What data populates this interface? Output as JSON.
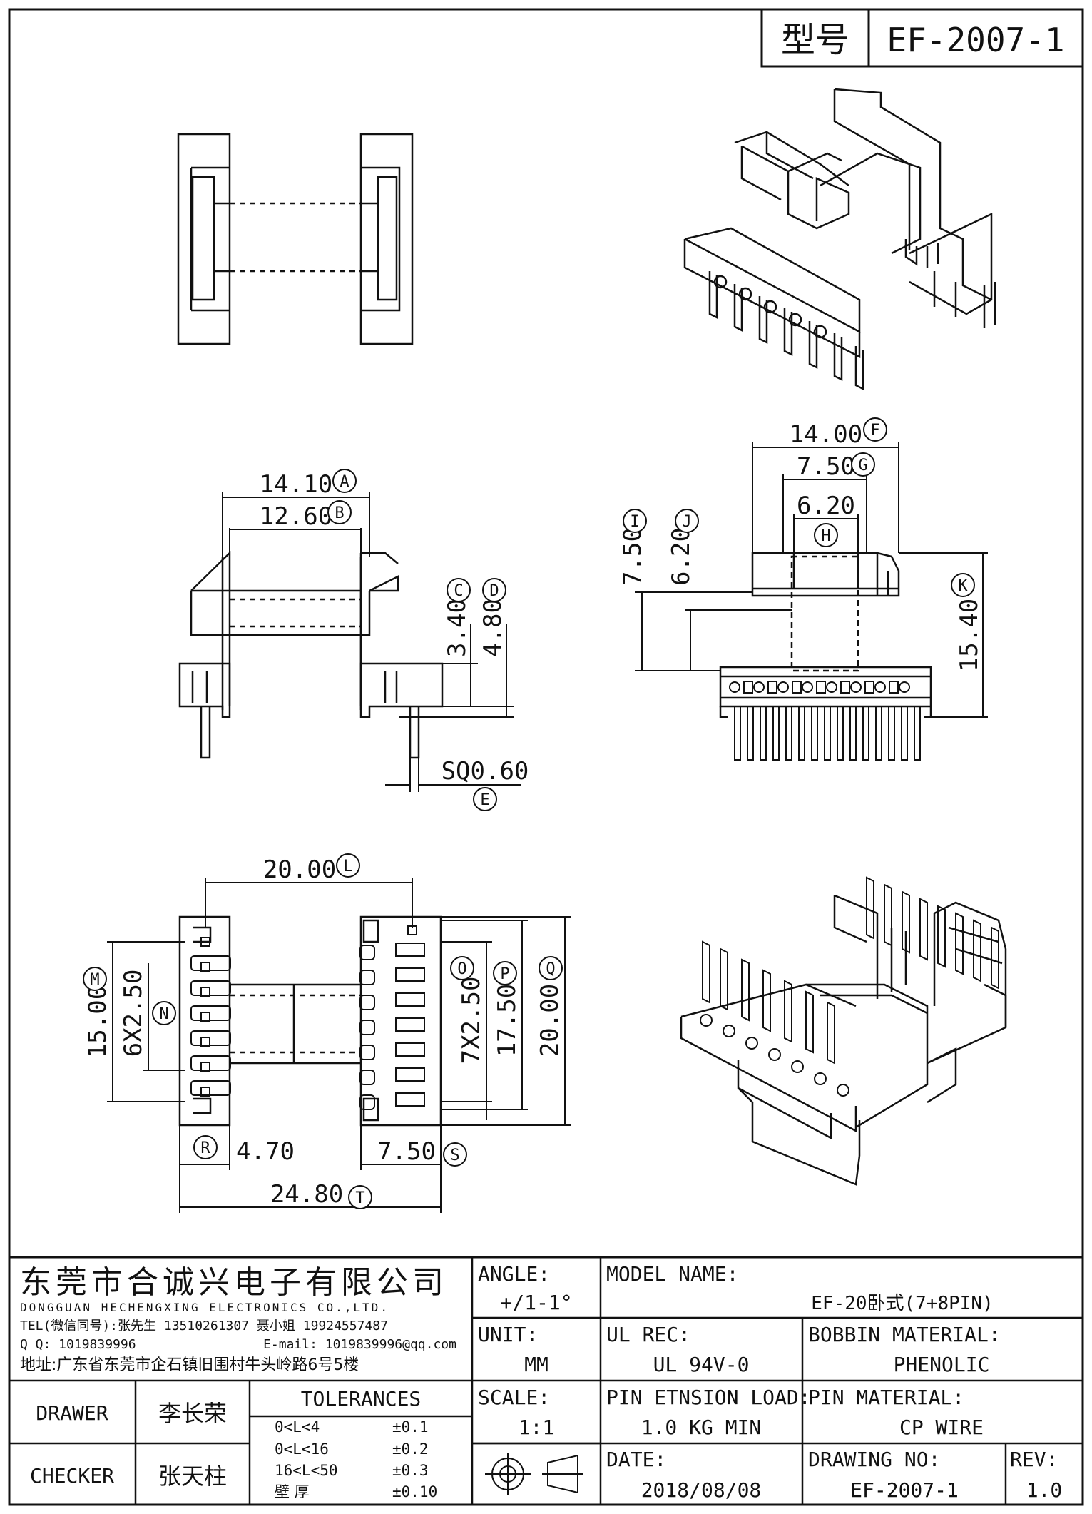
{
  "title_block": {
    "model_label": "型号",
    "model_value": "EF-2007-1"
  },
  "dimensions": {
    "A": "14.10",
    "B": "12.60",
    "C": "3.40",
    "D": "4.80",
    "E": "SQ0.60",
    "F": "14.00",
    "G": "7.50",
    "H": "6.20",
    "I": "7.50",
    "J": "6.20",
    "K": "15.40",
    "L": "20.00",
    "M": "15.00",
    "N": "6X2.50",
    "O": "7X2.50",
    "P": "17.50",
    "Q": "20.00",
    "R": "4.70",
    "S": "7.50",
    "T": "24.80"
  },
  "callouts": [
    "A",
    "B",
    "C",
    "D",
    "E",
    "F",
    "G",
    "H",
    "I",
    "J",
    "K",
    "L",
    "M",
    "N",
    "O",
    "P",
    "Q",
    "R",
    "S",
    "T"
  ],
  "company": {
    "name_cn": "东莞市合诚兴电子有限公司",
    "name_en": "DONGGUAN HECHENGXING ELECTRONICS CO.,LTD.",
    "tel": "TEL(微信同号):张先生 13510261307 聂小姐 19924557487",
    "qq": "Q Q: 1019839996",
    "email": "E-mail: 1019839996@qq.com",
    "address": "地址:广东省东莞市企石镇旧围村牛头岭路6号5楼"
  },
  "fields": {
    "angle_label": "ANGLE:",
    "angle_value": "+/1-1°",
    "unit_label": "UNIT:",
    "unit_value": "MM",
    "scale_label": "SCALE:",
    "scale_value": "1:1",
    "model_name_label": "MODEL NAME:",
    "model_name_value": "EF-20卧式(7+8PIN)",
    "ul_label": "UL REC:",
    "ul_value": "UL 94V-0",
    "bobbin_label": "BOBBIN MATERIAL:",
    "bobbin_value": "PHENOLIC",
    "pin_load_label": "PIN ETNSION LOAD:",
    "pin_load_value": "1.0 KG MIN",
    "pin_mat_label": "PIN MATERIAL:",
    "pin_mat_value": "CP WIRE",
    "date_label": "DATE:",
    "date_value": "2018/08/08",
    "drawing_no_label": "DRAWING NO:",
    "drawing_no_value": "EF-2007-1",
    "rev_label": "REV:",
    "rev_value": "1.0"
  },
  "people": {
    "drawer_label": "DRAWER",
    "drawer_name": "李长荣",
    "checker_label": "CHECKER",
    "checker_name": "张天柱"
  },
  "tolerances": {
    "title": "TOLERANCES",
    "rows": [
      {
        "range": "0<L<4",
        "value": "±0.1"
      },
      {
        "range": "0<L<16",
        "value": "±0.2"
      },
      {
        "range": "16<L<50",
        "value": "±0.3"
      },
      {
        "range": "壁  厚",
        "value": "±0.10"
      }
    ]
  }
}
